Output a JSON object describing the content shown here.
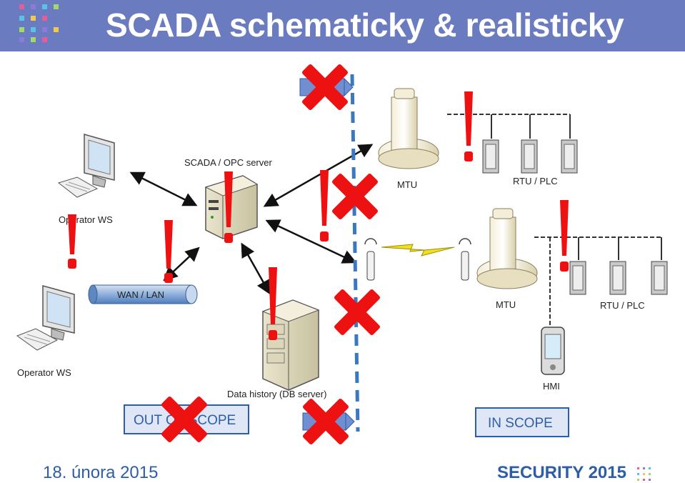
{
  "slide": {
    "title": "SCADA schematicky & realisticky",
    "footer_date": "18. února 2015",
    "footer_brand": "SECURITY 2015"
  },
  "colors": {
    "header_bg": "#6b7bbf",
    "accent_blue": "#2e5ea8",
    "box_fill": "#dfe7f6",
    "warning_red": "#ee1111",
    "scope_line": "#3a78c2",
    "logo_palette": [
      "#e35d9a",
      "#f2c94c",
      "#58c2e8",
      "#a3d86a",
      "#8c7bd6"
    ]
  },
  "diagram": {
    "labels": {
      "scada_server": "SCADA / OPC server",
      "operator_ws_top": "Operator WS",
      "operator_ws_bottom": "Operator WS",
      "wan_lan": "WAN / LAN",
      "data_history": "Data history (DB server)",
      "mtu_top": "MTU",
      "mtu_bottom": "MTU",
      "rtu_plc_top": "RTU / PLC",
      "rtu_plc_bottom": "RTU / PLC",
      "hmi": "HMI"
    },
    "scope_boxes": {
      "out_of_scope": "OUT OF SCOPE",
      "in_scope": "IN SCOPE"
    },
    "icons": [
      "workstation-icon",
      "server-icon",
      "database-server-icon",
      "network-tube-icon",
      "mtu-icon",
      "rtu-plc-icon",
      "antenna-icon",
      "lightning-icon",
      "hmi-tablet-icon",
      "exclamation-icon",
      "red-x-icon"
    ]
  }
}
